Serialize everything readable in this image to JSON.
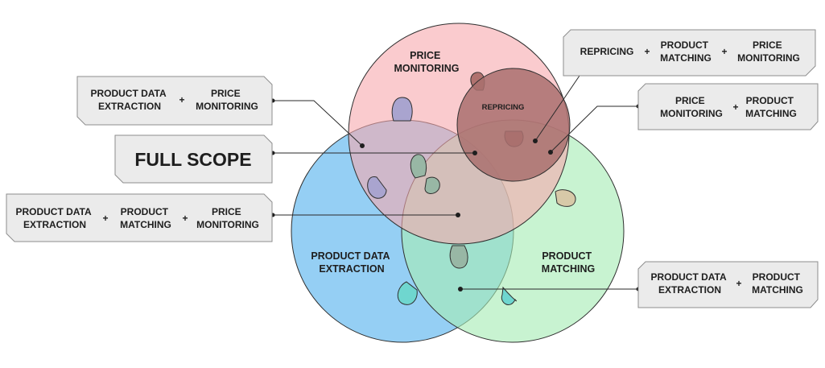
{
  "colors": {
    "price_monitoring": "#f6a9ad",
    "product_data_extraction": "#6cbcf0",
    "product_matching": "#a6ecb5",
    "repricing": "#a9706f",
    "box_fill": "#ebebeb",
    "box_stroke": "#8e8e8e"
  },
  "circles": {
    "price_monitoring": [
      "PRICE",
      "MONITORING"
    ],
    "repricing": "REPRICING",
    "product_data_extraction": [
      "PRODUCT DATA",
      "EXTRACTION"
    ],
    "product_matching": [
      "PRODUCT",
      "MATCHING"
    ]
  },
  "boxes": {
    "top_right": {
      "items": [
        [
          "REPRICING"
        ],
        [
          "PRODUCT",
          "MATCHING"
        ],
        [
          "PRICE",
          "MONITORING"
        ]
      ],
      "separator": "+"
    },
    "right_upper": {
      "items": [
        [
          "PRICE",
          "MONITORING"
        ],
        [
          "PRODUCT",
          "MATCHING"
        ]
      ],
      "separator": "+"
    },
    "left_upper": {
      "items": [
        [
          "PRODUCT DATA",
          "EXTRACTION"
        ],
        [
          "PRICE",
          "MONITORING"
        ]
      ],
      "separator": "+"
    },
    "full_scope": {
      "label": "FULL SCOPE"
    },
    "left_lower": {
      "items": [
        [
          "PRODUCT DATA",
          "EXTRACTION"
        ],
        [
          "PRODUCT",
          "MATCHING"
        ],
        [
          "PRICE",
          "MONITORING"
        ]
      ],
      "separator": "+"
    },
    "right_lower": {
      "items": [
        [
          "PRODUCT DATA",
          "EXTRACTION"
        ],
        [
          "PRODUCT",
          "MATCHING"
        ]
      ],
      "separator": "+"
    }
  }
}
